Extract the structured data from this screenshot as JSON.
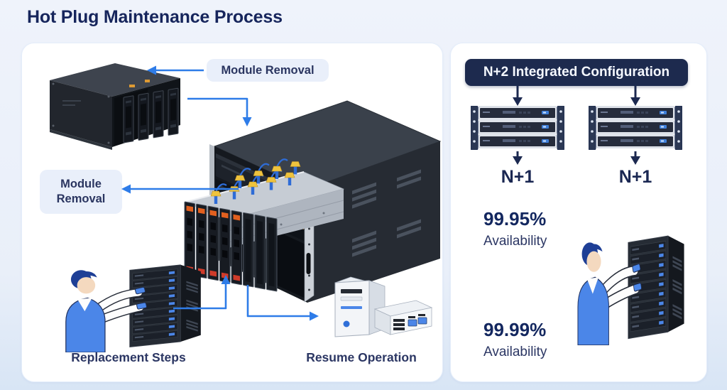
{
  "title": "Hot Plug Maintenance Process",
  "left_panel": {
    "labels": {
      "module_removal_top": "Module Removal",
      "module_removal_left": "Module Removal",
      "replacement_steps": "Replacement Steps",
      "resume_operation": "Resume Operation"
    }
  },
  "right_panel": {
    "header": "N+2 Integrated Configuration",
    "groups": [
      {
        "label": "N+1"
      },
      {
        "label": "N+1"
      }
    ],
    "availability": [
      {
        "value": "99.95%",
        "label": "Availability"
      },
      {
        "value": "99.99%",
        "label": "Availability"
      }
    ]
  },
  "colors": {
    "accent_blue": "#2e7ce8",
    "navy": "#1d2a4e",
    "text_navy": "#2b3663",
    "pill_bg": "#e9effa",
    "card_bg": "#ffffff",
    "page_bg": "#e9eff9",
    "cable_yellow": "#eec33e",
    "module_orange": "#e2601f"
  }
}
